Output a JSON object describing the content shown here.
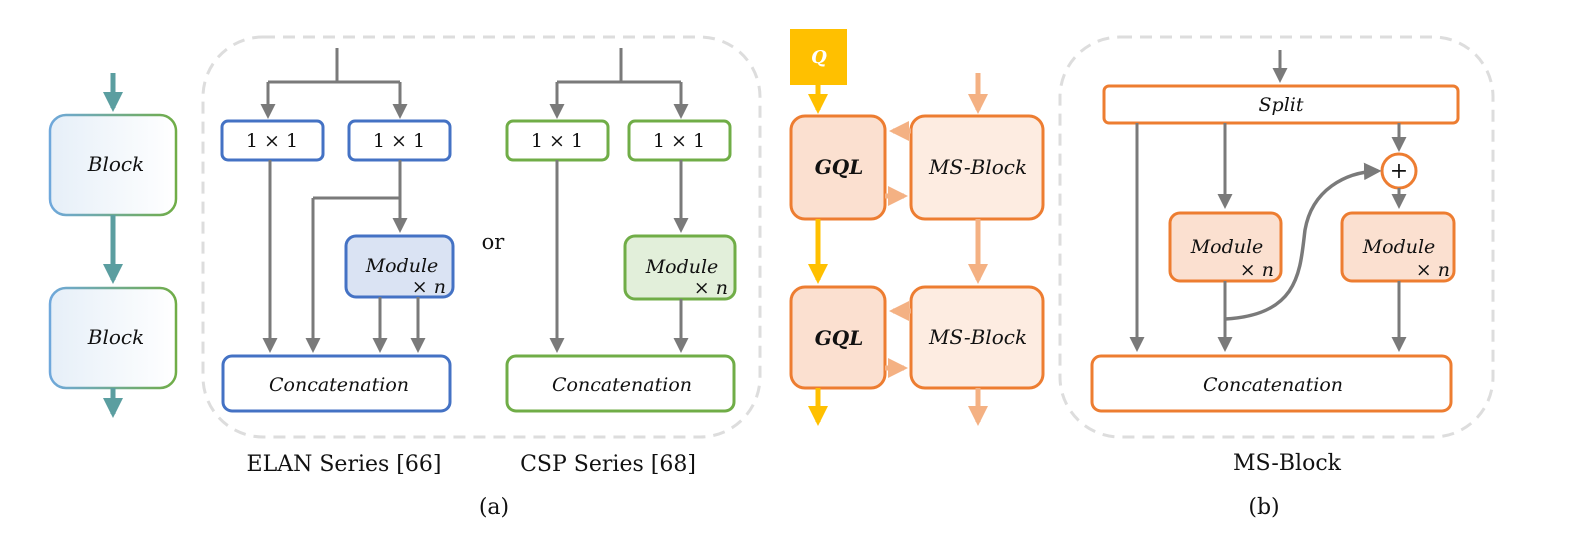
{
  "left_stack": {
    "block_top": "Block",
    "block_bottom": "Block"
  },
  "elan": {
    "conv_left": "1 × 1",
    "conv_right": "1 × 1",
    "module": "Module",
    "repeat": "× n",
    "concat": "Concatenation",
    "caption": "ELAN Series [66]"
  },
  "or_text": "or",
  "csp": {
    "conv_left": "1 × 1",
    "conv_right": "1 × 1",
    "module": "Module",
    "repeat": "× n",
    "concat": "Concatenation",
    "caption": "CSP Series [68]"
  },
  "label_a": "(a)",
  "gql_stack": {
    "q_label": "Q",
    "gql_top": "GQL",
    "gql_bottom": "GQL",
    "ms_top": "MS-Block",
    "ms_bottom": "MS-Block"
  },
  "ms_block": {
    "split": "Split",
    "plus": "+",
    "module_left": "Module",
    "module_right": "Module",
    "repeat_left": "× n",
    "repeat_right": "× n",
    "concat": "Concatenation",
    "caption": "MS-Block"
  },
  "label_b": "(b)",
  "colors": {
    "gray": "#7a7a7a",
    "blue": "#4472c4",
    "green": "#70ad47",
    "orange": "#ed7d31",
    "light_orange": "#f4b183",
    "gold": "#ffc000",
    "teal": "#5b9ea0",
    "dash": "#dddddd"
  }
}
